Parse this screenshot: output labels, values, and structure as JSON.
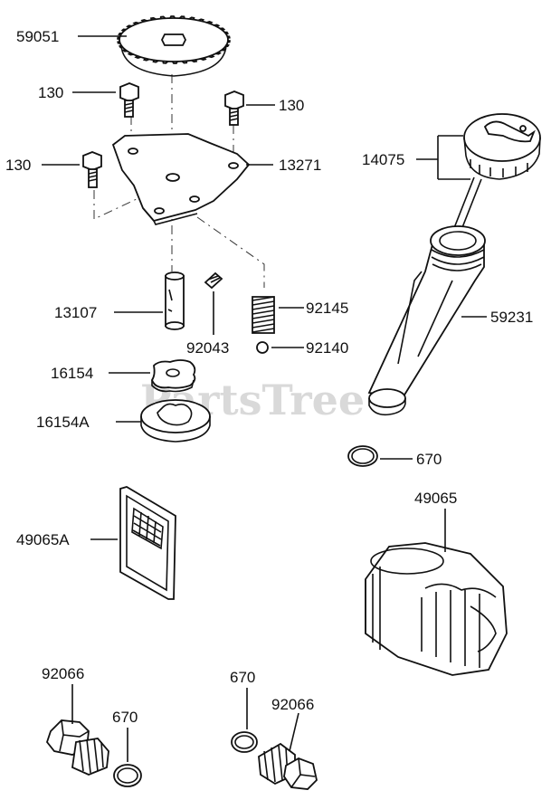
{
  "watermark": "PartsTree",
  "labels": {
    "p59051": "59051",
    "p130_a": "130",
    "p130_b": "130",
    "p130_c": "130",
    "p13271": "13271",
    "p14075": "14075",
    "p13107": "13107",
    "p92145": "92145",
    "p92043": "92043",
    "p92140": "92140",
    "p59231": "59231",
    "p16154": "16154",
    "p16154A": "16154A",
    "p670_a": "670",
    "p49065": "49065",
    "p49065A": "49065A",
    "p92066_a": "92066",
    "p670_b": "670",
    "p670_c": "670",
    "p92066_b": "92066"
  }
}
